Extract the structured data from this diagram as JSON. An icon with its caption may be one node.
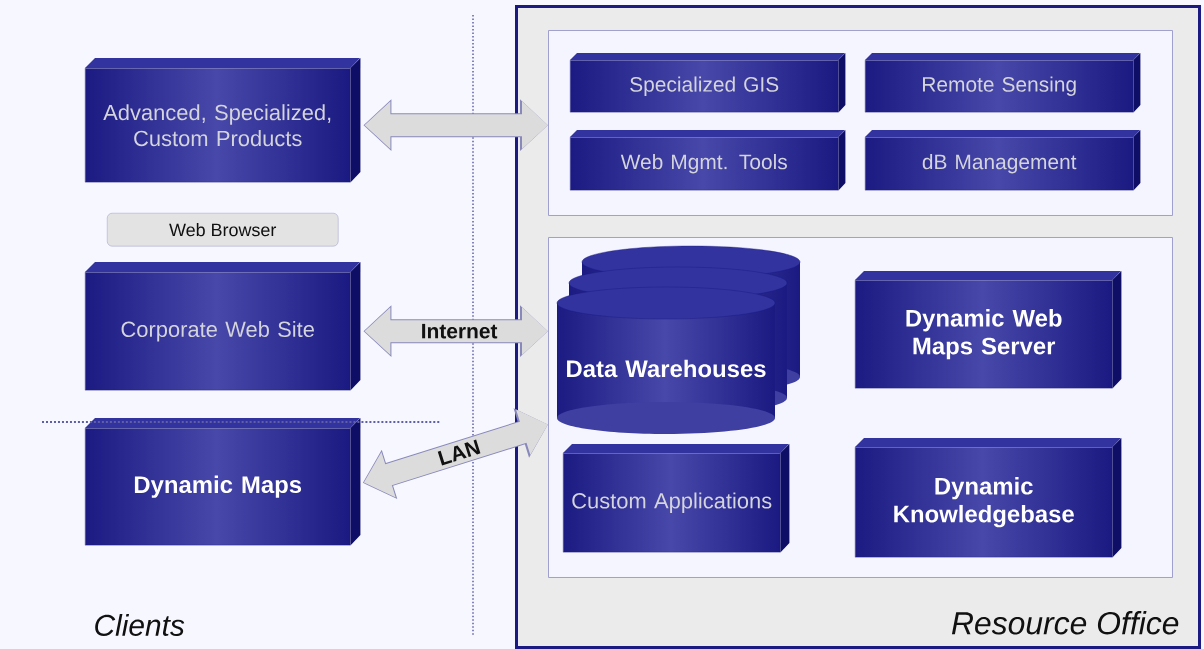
{
  "diagram": {
    "nodes": [
      {
        "text": [
          "Advanced, Specialized, Custom Products"
        ]
      },
      {
        "text": [
          "Web Browser"
        ]
      },
      {
        "text": [
          "Corporate Web Site"
        ]
      },
      {
        "text": [
          "Dynamic Maps"
        ]
      },
      {
        "text": [
          "Resource Office"
        ]
      },
      {
        "text": [],
        "shape": "box",
        "in": 4
      },
      {
        "text": [
          "Specialized GIS"
        ],
        "in": 5
      },
      {
        "text": [
          "Remote Sensing"
        ],
        "in": 5
      },
      {
        "text": [
          "Web Mgmt. Tools"
        ],
        "in": 5
      },
      {
        "text": [
          "dB Management"
        ],
        "in": 5
      },
      {
        "text": [],
        "shape": "box",
        "in": 4
      },
      {
        "text": [
          "Data Warehouses"
        ],
        "in": 10
      },
      {
        "text": [
          "Dynamic Web Maps Server"
        ],
        "in": 10
      },
      {
        "text": [
          "Custom Applications"
        ],
        "in": 10
      },
      {
        "text": [
          "Dynamic Knowledgebase"
        ],
        "in": 10
      }
    ],
    "edges": [
      {
        "from": 0,
        "to": 5,
        "arrow": "both"
      },
      {
        "from": 2,
        "to": 10,
        "arrow": "both",
        "label": "Internet"
      },
      {
        "from": 3,
        "to": 10,
        "arrow": "both",
        "label": "LAN"
      }
    ],
    "labels": [
      "Clients"
    ]
  }
}
